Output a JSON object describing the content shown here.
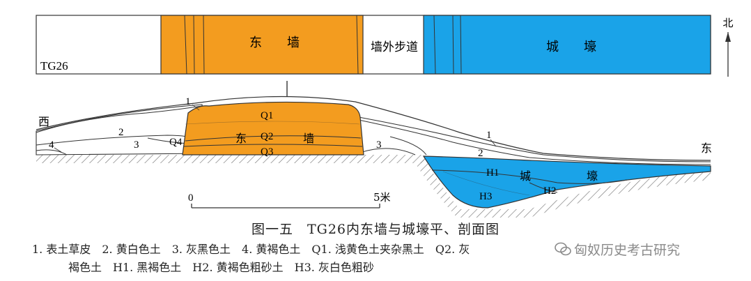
{
  "plan": {
    "label": "TG26",
    "east_wall": "东　　墙",
    "walkway": "墙外步道",
    "moat": "城　　壕",
    "north": "北"
  },
  "section": {
    "west": "西",
    "east": "东",
    "layers": {
      "l1a": "1",
      "l2a": "2",
      "l3a": "3",
      "l4": "4",
      "l1b": "1",
      "l2b": "2",
      "l3b": "3",
      "q1": "Q1",
      "q2": "Q2",
      "q3": "Q3",
      "q4": "Q4",
      "wall_a": "东",
      "wall_b": "墙",
      "h1": "H1",
      "h2": "H2",
      "h3": "H3",
      "moat_a": "城",
      "moat_b": "壕"
    }
  },
  "scale": {
    "zero": "0",
    "five": "5米"
  },
  "caption": {
    "title": "图一五　TG26内东墙与城壕平、剖面图",
    "legend_line1": "1. 表土草皮　2. 黄白色土　3. 灰黑色土　4. 黄褐色土　Q1. 浅黄色土夹杂黑土　Q2. 灰",
    "legend_line2": "褐色土　H1. 黑褐色土　H2. 黄褐色粗砂土　H3. 灰白色粗砂"
  },
  "watermark": {
    "text": "匈奴历史考古研究"
  },
  "colors": {
    "wall": "#f39c1f",
    "moat": "#1aa3e8",
    "line": "#333333"
  }
}
